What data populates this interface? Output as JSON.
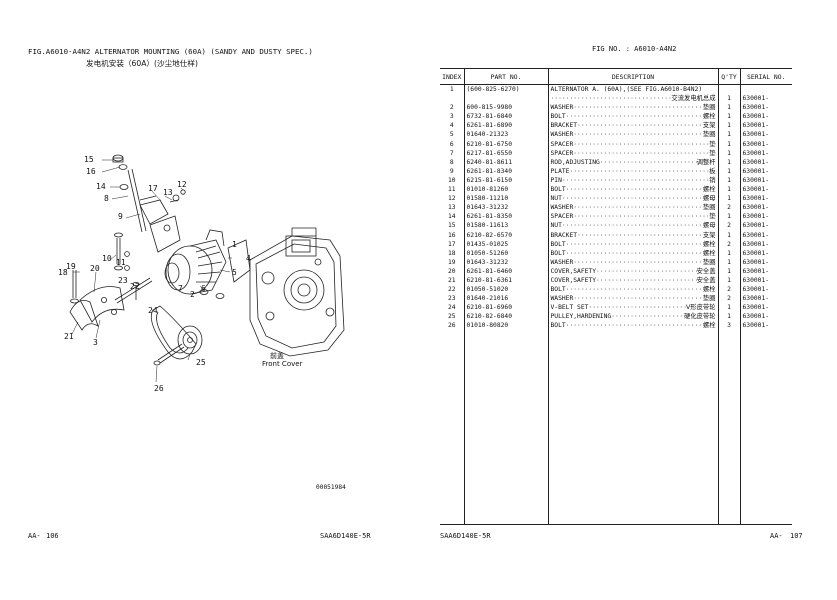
{
  "left_page": {
    "title_en": "FIG.A6010-A4N2 ALTERNATOR MOUNTING (60A) (SANDY AND DUSTY SPEC.)",
    "title_zh": "发电机安装（60A）(沙尘地仕样)",
    "drawing_callouts": [
      "1",
      "2",
      "3",
      "4",
      "5",
      "6",
      "7",
      "8",
      "9",
      "10",
      "11",
      "12",
      "13",
      "14",
      "15",
      "16",
      "17",
      "18",
      "19",
      "20",
      "21",
      "22",
      "23",
      "24",
      "25",
      "26"
    ],
    "front_cover_zh": "前盖",
    "front_cover_en": "Front Cover",
    "drawing_number": "00051984",
    "page_label": "AA-",
    "page_number": "106",
    "model": "SAA6D140E-5R"
  },
  "right_page": {
    "fig_label": "FIG NO.  : A6010-A4N2",
    "headers": {
      "index": "INDEX",
      "part_no": "PART  NO.",
      "description": "DESCRIPTION",
      "qty": "Q'TY",
      "serial": "SERIAL NO."
    },
    "rows": [
      {
        "index": "1",
        "part_no": "(600-825-6270)",
        "desc_en": "ALTERNATOR A. (60A),(SEE FIG.A6010-B4N2)",
        "desc_zh": "",
        "qty": "",
        "serial": ""
      },
      {
        "index": "",
        "part_no": "",
        "desc_en": "",
        "desc_zh": "交流发电机总成",
        "qty": "1",
        "serial": "630001-"
      },
      {
        "index": "2",
        "part_no": "600-815-9980",
        "desc_en": "WASHER",
        "desc_zh": "垫圈",
        "qty": "1",
        "serial": "630001-"
      },
      {
        "index": "3",
        "part_no": "6732-81-6840",
        "desc_en": "BOLT",
        "desc_zh": "螺栓",
        "qty": "1",
        "serial": "630001-"
      },
      {
        "index": "4",
        "part_no": "6261-81-6890",
        "desc_en": "BRACKET",
        "desc_zh": "支架",
        "qty": "1",
        "serial": "630001-"
      },
      {
        "index": "5",
        "part_no": "01640-21323",
        "desc_en": "WASHER",
        "desc_zh": "垫圈",
        "qty": "1",
        "serial": "630001-"
      },
      {
        "index": "6",
        "part_no": "6210-81-6750",
        "desc_en": "SPACER",
        "desc_zh": "垫",
        "qty": "1",
        "serial": "630001-"
      },
      {
        "index": "7",
        "part_no": "6217-81-6550",
        "desc_en": "SPACER",
        "desc_zh": "垫",
        "qty": "1",
        "serial": "630001-"
      },
      {
        "index": "8",
        "part_no": "6240-81-8611",
        "desc_en": "ROD,ADJUSTING",
        "desc_zh": "调整杆",
        "qty": "1",
        "serial": "630001-"
      },
      {
        "index": "9",
        "part_no": "6261-81-8340",
        "desc_en": "PLATE",
        "desc_zh": "板",
        "qty": "1",
        "serial": "630001-"
      },
      {
        "index": "10",
        "part_no": "6215-81-6150",
        "desc_en": "PIN",
        "desc_zh": "销",
        "qty": "1",
        "serial": "630001-"
      },
      {
        "index": "11",
        "part_no": "01010-81260",
        "desc_en": "BOLT",
        "desc_zh": "螺栓",
        "qty": "1",
        "serial": "630001-"
      },
      {
        "index": "12",
        "part_no": "01580-11210",
        "desc_en": "NUT",
        "desc_zh": "螺母",
        "qty": "1",
        "serial": "630001-"
      },
      {
        "index": "13",
        "part_no": "01643-31232",
        "desc_en": "WASHER",
        "desc_zh": "垫圈",
        "qty": "2",
        "serial": "630001-"
      },
      {
        "index": "14",
        "part_no": "6261-81-8350",
        "desc_en": "SPACER",
        "desc_zh": "垫",
        "qty": "1",
        "serial": "630001-"
      },
      {
        "index": "15",
        "part_no": "01580-11613",
        "desc_en": "NUT",
        "desc_zh": "螺母",
        "qty": "2",
        "serial": "630001-"
      },
      {
        "index": "16",
        "part_no": "6210-82-6570",
        "desc_en": "BRACKET",
        "desc_zh": "支架",
        "qty": "1",
        "serial": "630001-"
      },
      {
        "index": "17",
        "part_no": "01435-01025",
        "desc_en": "BOLT",
        "desc_zh": "螺栓",
        "qty": "2",
        "serial": "630001-"
      },
      {
        "index": "18",
        "part_no": "01050-51260",
        "desc_en": "BOLT",
        "desc_zh": "螺栓",
        "qty": "1",
        "serial": "630001-"
      },
      {
        "index": "19",
        "part_no": "01643-31232",
        "desc_en": "WASHER",
        "desc_zh": "垫圈",
        "qty": "1",
        "serial": "630001-"
      },
      {
        "index": "20",
        "part_no": "6261-81-6460",
        "desc_en": "COVER,SAFETY",
        "desc_zh": "安全盖",
        "qty": "1",
        "serial": "630001-"
      },
      {
        "index": "21",
        "part_no": "6210-81-6361",
        "desc_en": "COVER,SAFETY",
        "desc_zh": "安全盖",
        "qty": "1",
        "serial": "630001-"
      },
      {
        "index": "22",
        "part_no": "01050-51020",
        "desc_en": "BOLT",
        "desc_zh": "螺栓",
        "qty": "2",
        "serial": "630001-"
      },
      {
        "index": "23",
        "part_no": "01640-21016",
        "desc_en": "WASHER",
        "desc_zh": "垫圈",
        "qty": "2",
        "serial": "630001-"
      },
      {
        "index": "24",
        "part_no": "6210-81-6960",
        "desc_en": "V-BELT SET",
        "desc_zh": "V形皮带轮",
        "qty": "1",
        "serial": "630001-"
      },
      {
        "index": "25",
        "part_no": "6210-82-6840",
        "desc_en": "PULLEY,HARDENING",
        "desc_zh": "硬化皮带轮",
        "qty": "1",
        "serial": "630001-"
      },
      {
        "index": "26",
        "part_no": "01010-80820",
        "desc_en": "BOLT",
        "desc_zh": "螺栓",
        "qty": "3",
        "serial": "630001-"
      }
    ],
    "model": "SAA6D140E-5R",
    "page_label": "AA-",
    "page_number": "107"
  }
}
